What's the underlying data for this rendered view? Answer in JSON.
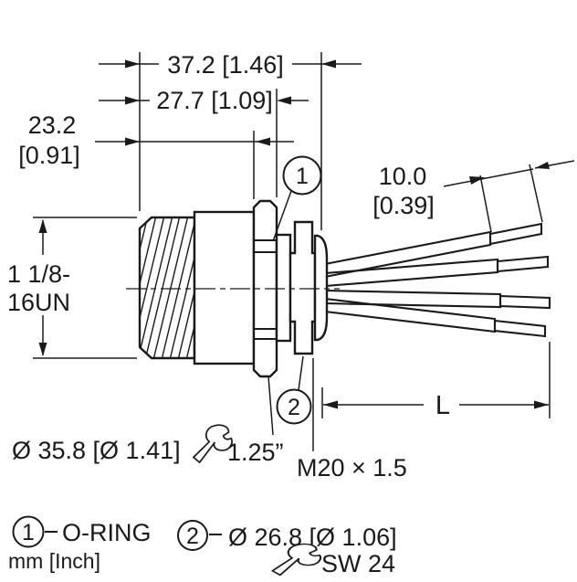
{
  "meta": {
    "drawing_type": "connector dimensional drawing",
    "colors": {
      "line": "#1a1a1a",
      "background": "#ffffff"
    }
  },
  "dimensions": {
    "overall_length": "37.2 [1.46]",
    "body_length": "27.7 [1.09]",
    "front_length_line1": "23.2",
    "front_length_line2": "[0.91]",
    "front_thread_line1": "1 1/8-",
    "front_thread_line2": "16UN",
    "strip_length_line1": "10.0",
    "strip_length_line2": "[0.39]",
    "cable_length": "L",
    "rear_thread": "M20 × 1.5",
    "flange_diameter": "Ø 35.8 [Ø 1.41]",
    "flange_wrench_size": "1.25”"
  },
  "callouts": {
    "callout_1": "1",
    "callout_2": "2"
  },
  "legend": {
    "item1": {
      "number": "1",
      "label": "O-RING"
    },
    "item2": {
      "number": "2",
      "label": "Ø 26.8 [Ø 1.06]",
      "wrench_size": "SW 24"
    },
    "units_note": "mm [Inch]"
  }
}
